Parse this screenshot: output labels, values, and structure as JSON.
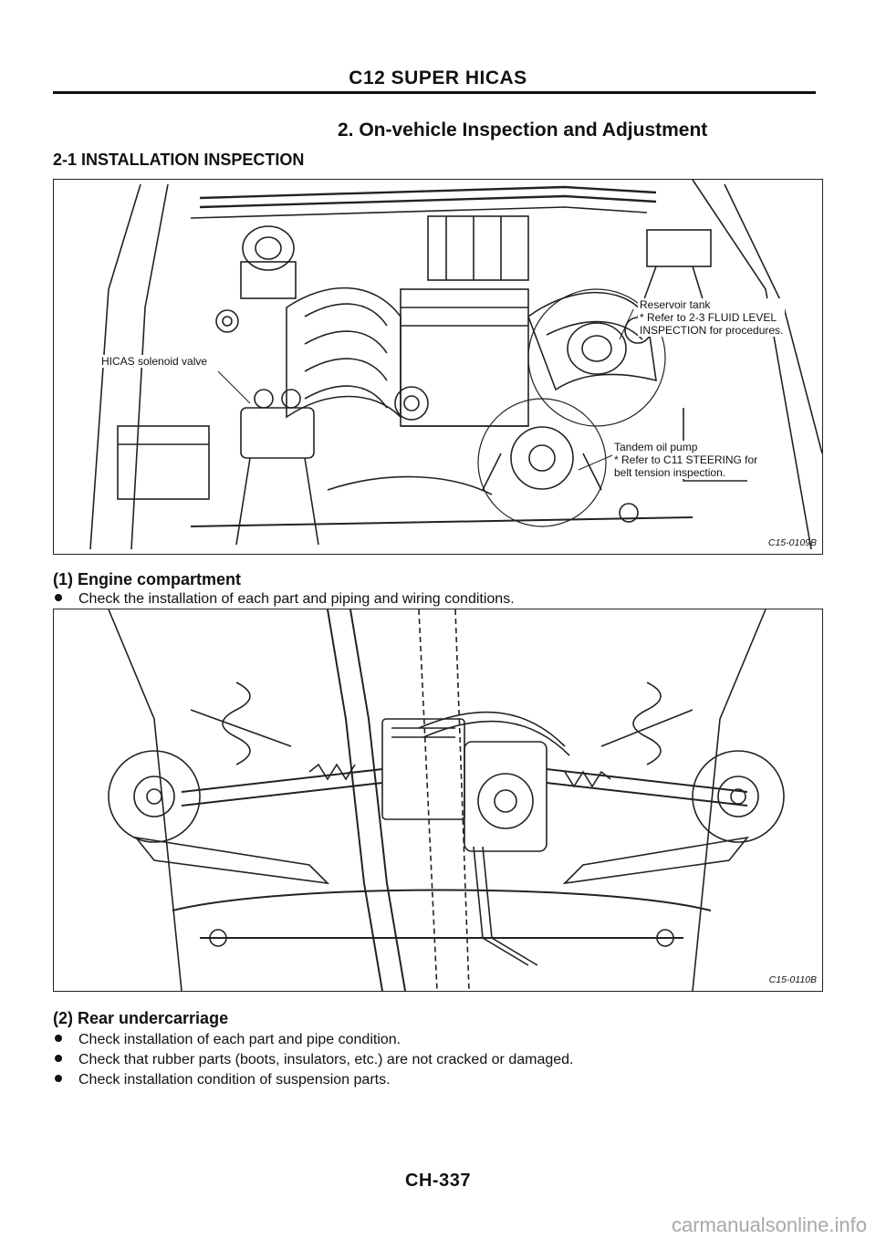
{
  "header": {
    "title": "C12 SUPER HICAS"
  },
  "section": {
    "title": "2. On-vehicle Inspection and Adjustment"
  },
  "subsection": {
    "title": "2-1 INSTALLATION INSPECTION"
  },
  "figure1": {
    "callouts": {
      "reservoir": [
        "Reservoir tank",
        "* Refer to 2-3 FLUID LEVEL",
        "INSPECTION for procedures."
      ],
      "solenoid": "HICAS solenoid valve",
      "pump": [
        "Tandem oil pump",
        "* Refer to C11 STEERING for",
        "belt tension inspection."
      ]
    },
    "code": "C15-0109B"
  },
  "item1": {
    "caption": "(1) Engine compartment",
    "bullets": [
      "Check the installation of each part and piping and wiring conditions."
    ]
  },
  "figure2": {
    "code": "C15-0110B"
  },
  "item2": {
    "caption": "(2) Rear undercarriage",
    "bullets": [
      "Check installation of each part and pipe condition.",
      "Check that rubber parts (boots, insulators, etc.) are not cracked or damaged.",
      "Check installation condition of suspension parts."
    ]
  },
  "footer": {
    "page": "CH-337"
  },
  "watermark": {
    "text": "carmanualsonline.info"
  }
}
